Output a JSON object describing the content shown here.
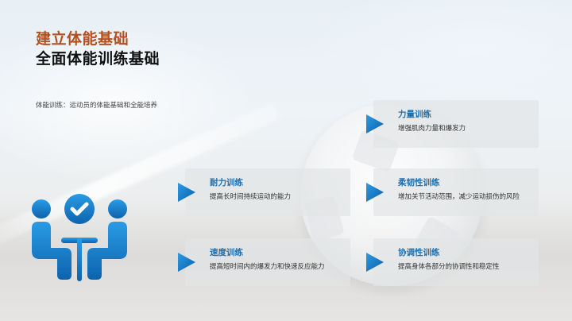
{
  "slide": {
    "title_accent": "建立体能基础",
    "title_main": "全面体能训练基础",
    "intro": "体能训练：运动员的体能基础和全能培养",
    "colors": {
      "accent": "#b4501e",
      "card_title": "#1d6fae",
      "icon_blue": "#1a7fd0"
    },
    "illustration": {
      "icon": "team-meeting-check-icon"
    },
    "cards": [
      {
        "title": "力量训练",
        "desc": "增强肌肉力量和爆发力",
        "icon": "play-arrow-icon"
      },
      {
        "title": "耐力训练",
        "desc": "提高长时间持续运动的能力",
        "icon": "play-arrow-icon"
      },
      {
        "title": "柔韧性训练",
        "desc": "增加关节活动范围，减少运动损伤的风险",
        "icon": "play-arrow-icon"
      },
      {
        "title": "速度训练",
        "desc": "提高短时间内的爆发力和快速反应能力",
        "icon": "play-arrow-icon"
      },
      {
        "title": "协调性训练",
        "desc": "提高身体各部分的协调性和稳定性",
        "icon": "play-arrow-icon"
      }
    ]
  }
}
